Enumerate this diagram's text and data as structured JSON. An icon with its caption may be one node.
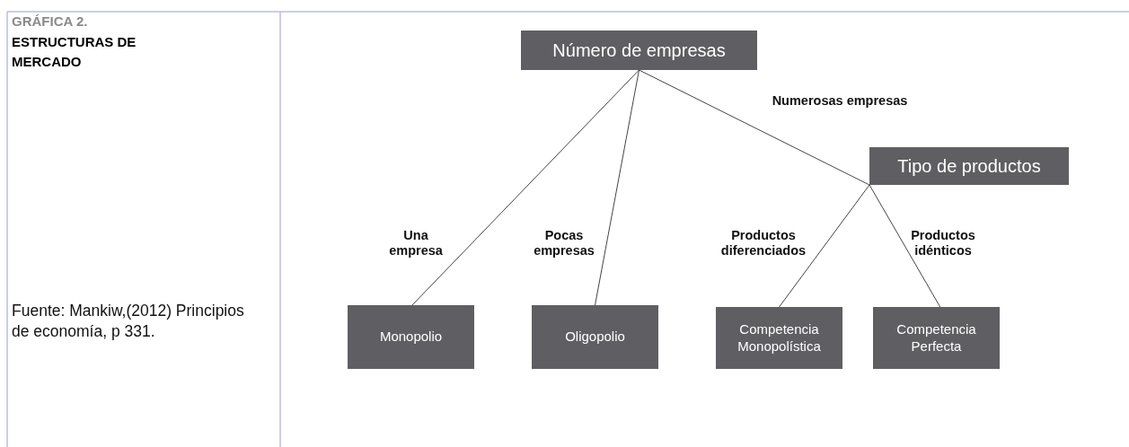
{
  "diagram": {
    "title": "ESTRUCTURAS DE MERCADO",
    "caption": "Fuente: Mankiw,(2012) Principios de economía, p 331.",
    "nodes": [
      {
        "text": [
          "Número de empresas"
        ]
      },
      {
        "text": [
          "Tipo de productos"
        ]
      },
      {
        "text": [
          "Monopolio"
        ]
      },
      {
        "text": [
          "Oligopolio"
        ]
      },
      {
        "text": [
          "Competencia Monopolística"
        ]
      },
      {
        "text": [
          "Competencia Perfecta"
        ]
      }
    ],
    "edges": [
      {
        "from": 0,
        "to": 2,
        "arrow": "none",
        "label": "Una empresa"
      },
      {
        "from": 0,
        "to": 3,
        "arrow": "none",
        "label": "Pocas empresas"
      },
      {
        "from": 0,
        "to": 1,
        "arrow": "none",
        "label": "Numerosas empresas"
      },
      {
        "from": 1,
        "to": 4,
        "arrow": "none",
        "label": "Productos diferenciados"
      },
      {
        "from": 1,
        "to": 5,
        "arrow": "none",
        "label": "Productos idénticos"
      }
    ],
    "labels": [
      "GRÁFICA 2."
    ]
  }
}
